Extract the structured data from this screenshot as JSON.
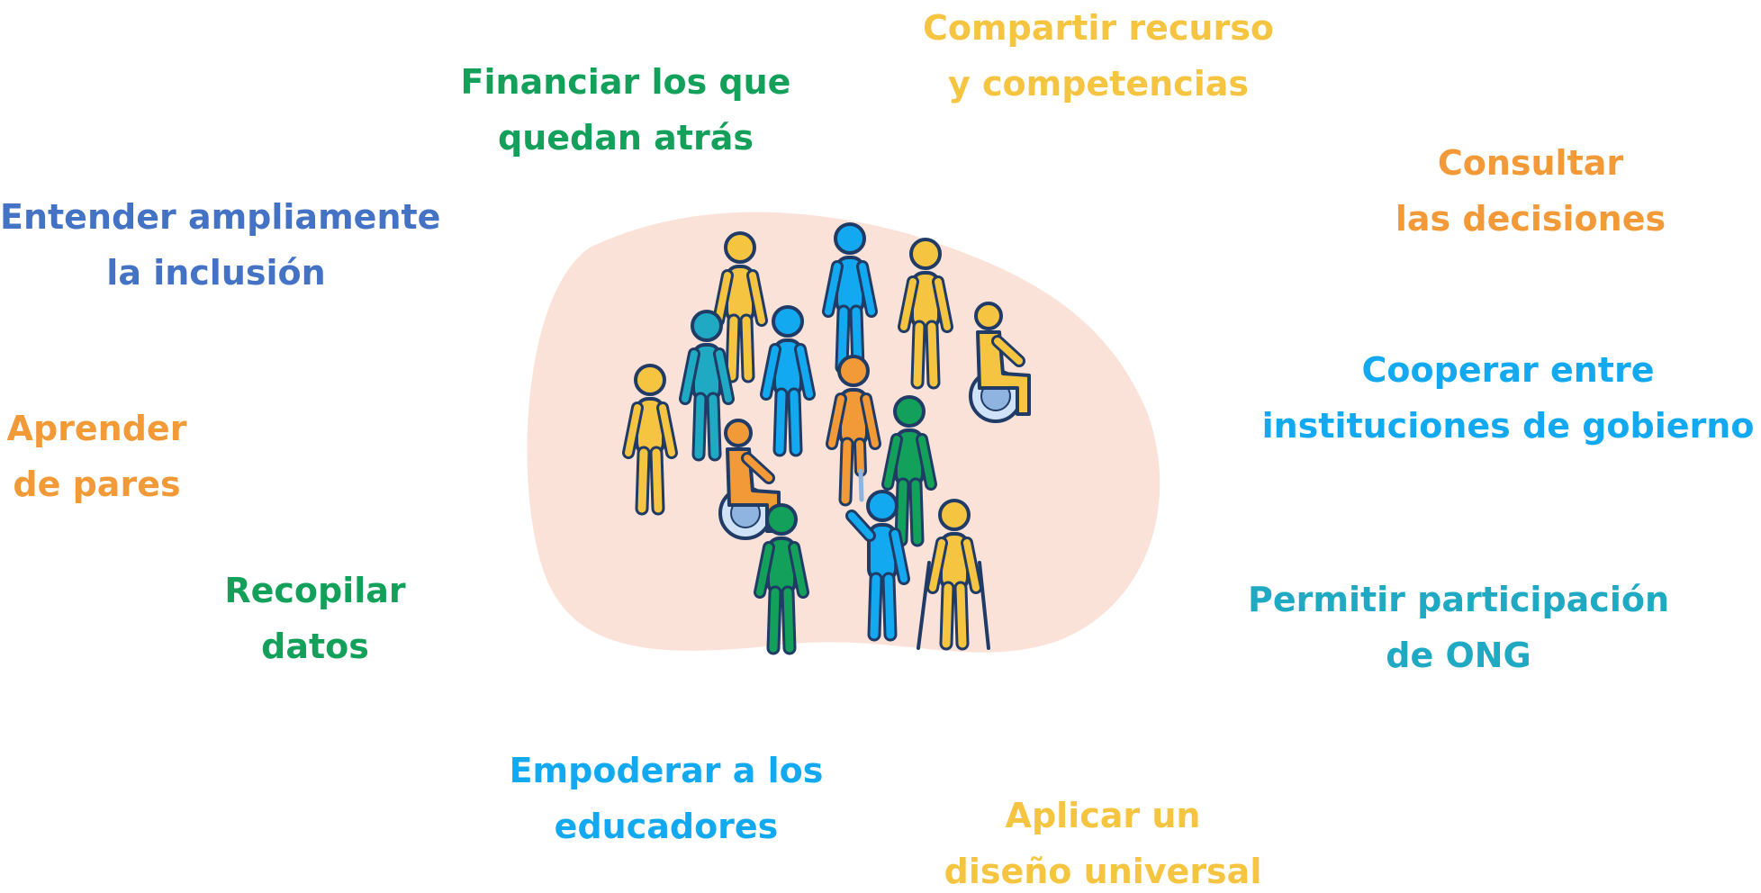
{
  "colors": {
    "green": "#13A05A",
    "yellow": "#F5C542",
    "orange": "#F29A38",
    "blue": "#4472C4",
    "sky": "#12A9F0",
    "teal": "#1FA9C3",
    "blob": "#FBE2D9",
    "outline": "#1F3B66"
  },
  "labels": {
    "financiar": {
      "line1": "Financiar los que",
      "line2": "quedan atrás",
      "color": "green"
    },
    "compartir": {
      "line1": "Compartir recurso",
      "line2": "y competencias",
      "color": "yellow"
    },
    "consultar": {
      "line1": "Consultar",
      "line2": "las decisiones",
      "color": "orange"
    },
    "entender": {
      "line1": "Entender ampliamente",
      "line2": "la inclusión",
      "color": "blue"
    },
    "cooperar": {
      "line1": "Cooperar entre",
      "line2": "instituciones de gobierno",
      "color": "sky"
    },
    "aprender": {
      "line1": "Aprender",
      "line2": "de pares",
      "color": "orange"
    },
    "recopilar": {
      "line1": "Recopilar",
      "line2": "datos",
      "color": "green"
    },
    "permitir": {
      "line1": "Permitir participación",
      "line2": "de ONG",
      "color": "teal"
    },
    "empoderar": {
      "line1": "Empoderar a los",
      "line2": "educadores",
      "color": "sky"
    },
    "aplicar": {
      "line1": "Aplicar un",
      "line2": "diseño universal",
      "color": "yellow"
    }
  },
  "illustration": {
    "icon": "diverse-people-group-icon",
    "figures": [
      {
        "kind": "standing",
        "color": "yellow"
      },
      {
        "kind": "standing",
        "color": "sky"
      },
      {
        "kind": "standing",
        "color": "yellow"
      },
      {
        "kind": "wheelchair",
        "color": "yellow"
      },
      {
        "kind": "standing",
        "color": "teal"
      },
      {
        "kind": "standing",
        "color": "sky"
      },
      {
        "kind": "standing",
        "color": "yellow"
      },
      {
        "kind": "prosthetic-leg",
        "color": "orange"
      },
      {
        "kind": "wheelchair",
        "color": "orange"
      },
      {
        "kind": "standing",
        "color": "green"
      },
      {
        "kind": "standing",
        "color": "green"
      },
      {
        "kind": "waving",
        "color": "sky"
      },
      {
        "kind": "crutches",
        "color": "yellow"
      }
    ]
  }
}
